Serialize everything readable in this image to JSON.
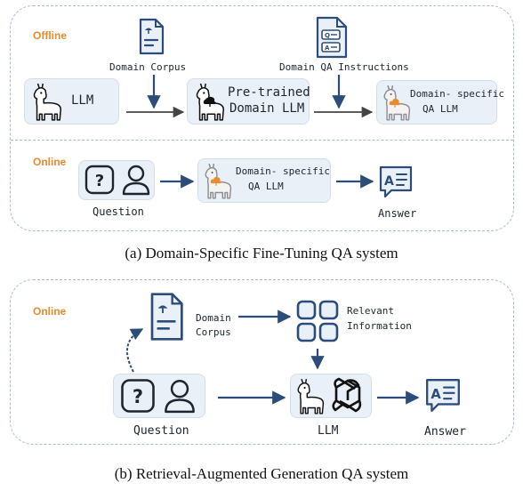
{
  "panel_a": {
    "section_offline": "Offline",
    "section_online": "Online",
    "domain_corpus": "Domain Corpus",
    "domain_qa_instructions": "Domain QA Instructions",
    "llm": "LLM",
    "pretrained_line1": "Pre-trained",
    "pretrained_line2": "Domain LLM",
    "domain_specific_line1": "Domain- specific",
    "domain_specific_line2": "QA LLM",
    "online_domain_specific_line1": "Domain- specific",
    "online_domain_specific_line2": "QA LLM",
    "question": "Question",
    "answer": "Answer",
    "caption": "(a) Domain-Specific Fine-Tuning QA system"
  },
  "panel_b": {
    "section_online": "Online",
    "domain_line1": "Domain",
    "domain_line2": "Corpus",
    "relevant_line1": "Relevant",
    "relevant_line2": "Information",
    "question": "Question",
    "llm": "LLM",
    "answer": "Answer",
    "caption": "(b) Retrieval-Augmented Generation QA system"
  },
  "colors": {
    "icon_stroke": "#2c4d7a",
    "accent_orange": "#e98a2e",
    "box_fill": "#eaf0f8",
    "dashed_border": "#a9bcd3"
  }
}
